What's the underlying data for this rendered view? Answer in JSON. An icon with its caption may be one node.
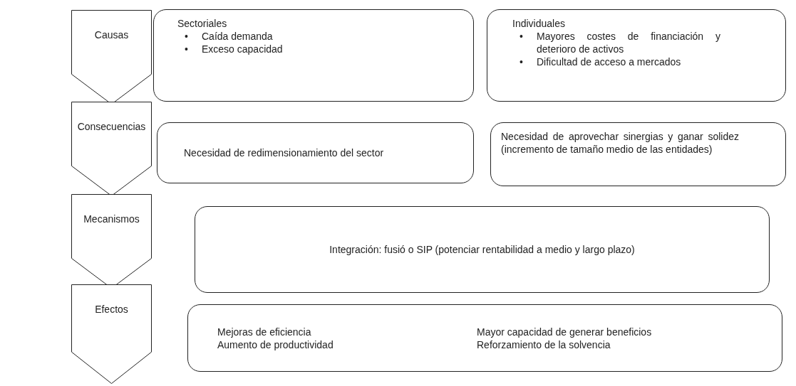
{
  "diagram": {
    "nodes": [
      {
        "text": [
          "Causas"
        ]
      },
      {
        "text": [
          "Sectoriales",
          "•",
          "Caída demanda",
          "•",
          "Exceso capacidad"
        ]
      },
      {
        "text": [
          "Individuales",
          "•",
          "Mayores costes de financiación y deterioro de activos",
          "•",
          "Dificultad de acceso a mercados"
        ]
      },
      {
        "text": [
          "Consecuencias"
        ]
      },
      {
        "text": [
          "Necesidad de redimensionamiento del sector"
        ]
      },
      {
        "text": [
          "Necesidad de aprovechar sinergias y ganar solidez (incremento de tamaño medio de las entidades)"
        ]
      },
      {
        "text": [
          "Mecanismos"
        ]
      },
      {
        "text": [
          "Integración: fusió o SIP (potenciar rentabilidad a medio y largo plazo)"
        ]
      },
      {
        "text": [
          "Efectos"
        ]
      },
      {
        "text": [
          "Mejoras de eficiencia",
          "Aumento de productividad",
          "Mayor capacidad de generar beneficios",
          "Reforzamiento de la solvencia"
        ]
      }
    ]
  }
}
